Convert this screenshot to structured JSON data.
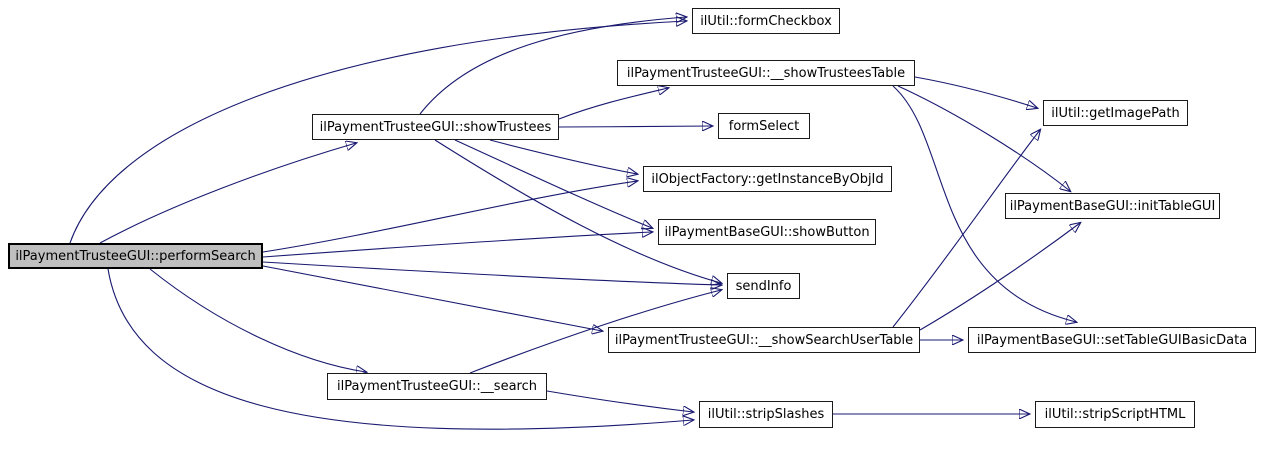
{
  "diagram": {
    "type": "call-graph",
    "colors": {
      "edge": "#191970",
      "node_fill": "#ffffff",
      "node_border": "#1a1a1a",
      "root_node_fill": "#bfbfbf",
      "background": "#ffffff",
      "text": "#000000"
    },
    "nodes": {
      "performSearch": {
        "label": "ilPaymentTrusteeGUI::performSearch",
        "root": true
      },
      "formCheckbox": {
        "label": "ilUtil::formCheckbox"
      },
      "showTrusteesTable": {
        "label": "ilPaymentTrusteeGUI::__showTrusteesTable"
      },
      "showTrustees": {
        "label": "ilPaymentTrusteeGUI::showTrustees"
      },
      "formSelect": {
        "label": "formSelect"
      },
      "getImagePath": {
        "label": "ilUtil::getImagePath"
      },
      "getInstanceByObjId": {
        "label": "ilObjectFactory::getInstanceByObjId"
      },
      "initTableGUI": {
        "label": "ilPaymentBaseGUI::initTableGUI"
      },
      "showButton": {
        "label": "ilPaymentBaseGUI::showButton"
      },
      "sendInfo": {
        "label": "sendInfo"
      },
      "showSearchUserTable": {
        "label": "ilPaymentTrusteeGUI::__showSearchUserTable"
      },
      "setTableGUIBasicData": {
        "label": "ilPaymentBaseGUI::setTableGUIBasicData"
      },
      "search": {
        "label": "ilPaymentTrusteeGUI::__search"
      },
      "stripSlashes": {
        "label": "ilUtil::stripSlashes"
      },
      "stripScriptHTML": {
        "label": "ilUtil::stripScriptHTML"
      }
    },
    "edges": [
      {
        "from": "performSearch",
        "to": "formCheckbox"
      },
      {
        "from": "performSearch",
        "to": "showTrustees"
      },
      {
        "from": "performSearch",
        "to": "getInstanceByObjId"
      },
      {
        "from": "performSearch",
        "to": "showButton"
      },
      {
        "from": "performSearch",
        "to": "sendInfo"
      },
      {
        "from": "performSearch",
        "to": "showSearchUserTable"
      },
      {
        "from": "performSearch",
        "to": "search"
      },
      {
        "from": "performSearch",
        "to": "stripSlashes"
      },
      {
        "from": "showTrustees",
        "to": "formCheckbox"
      },
      {
        "from": "showTrustees",
        "to": "showTrusteesTable"
      },
      {
        "from": "showTrustees",
        "to": "formSelect"
      },
      {
        "from": "showTrustees",
        "to": "getInstanceByObjId"
      },
      {
        "from": "showTrustees",
        "to": "showButton"
      },
      {
        "from": "showTrustees",
        "to": "sendInfo"
      },
      {
        "from": "showTrusteesTable",
        "to": "getImagePath"
      },
      {
        "from": "showTrusteesTable",
        "to": "initTableGUI"
      },
      {
        "from": "showTrusteesTable",
        "to": "setTableGUIBasicData"
      },
      {
        "from": "showSearchUserTable",
        "to": "getImagePath"
      },
      {
        "from": "showSearchUserTable",
        "to": "initTableGUI"
      },
      {
        "from": "showSearchUserTable",
        "to": "setTableGUIBasicData"
      },
      {
        "from": "search",
        "to": "sendInfo"
      },
      {
        "from": "search",
        "to": "stripSlashes"
      },
      {
        "from": "stripSlashes",
        "to": "stripScriptHTML"
      }
    ]
  }
}
